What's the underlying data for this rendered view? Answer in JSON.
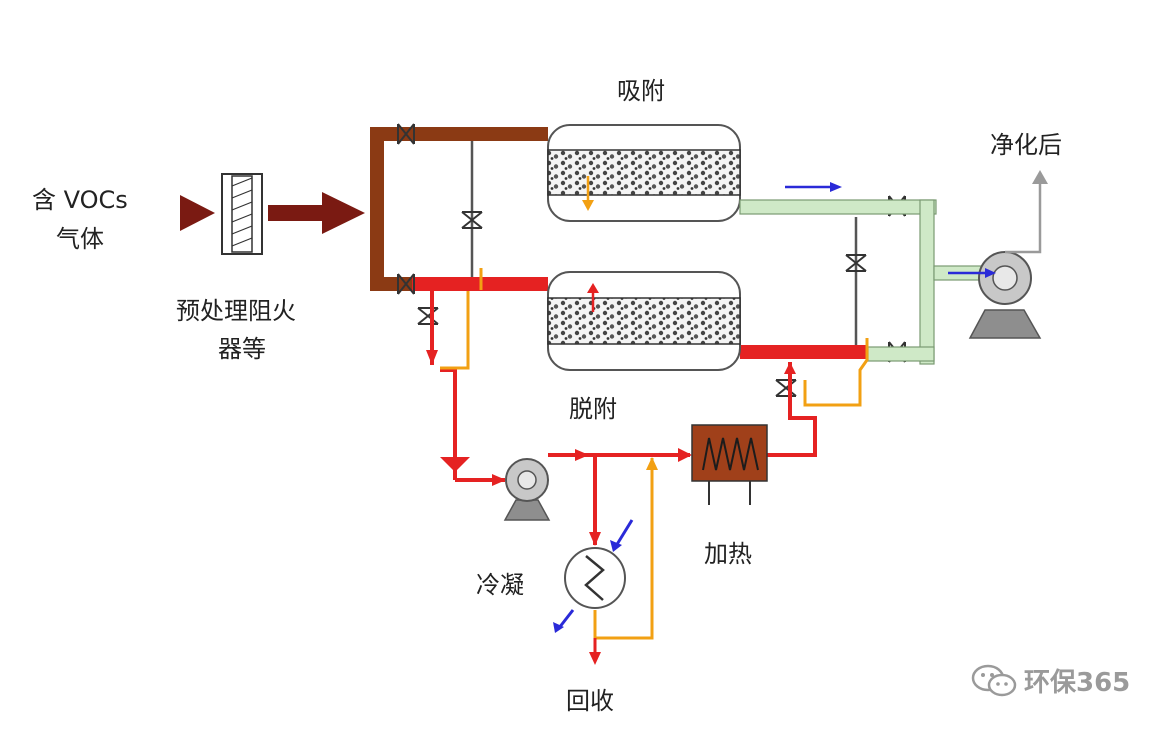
{
  "labels": {
    "input_gas_line1": "含 VOCs",
    "input_gas_line2": "气体",
    "pretreatment_line1": "预处理阻火",
    "pretreatment_line2": "器等",
    "adsorption": "吸附",
    "desorption": "脱附",
    "purified": "净化后",
    "heating": "加热",
    "condensation": "冷凝",
    "recovery": "回收"
  },
  "watermark": {
    "text": "环保365"
  },
  "colors": {
    "inlet_pipe": "#7a1a12",
    "adsorb_feed_pipe": "#8b3a14",
    "hot_pipe": "#e52222",
    "return_pipe": "#f2a013",
    "clean_pipe": "#cfe9c7",
    "flow_arrow_blue": "#2a2ad8",
    "heater_body": "#a0401a",
    "equipment_gray": "#9a9a9a"
  }
}
